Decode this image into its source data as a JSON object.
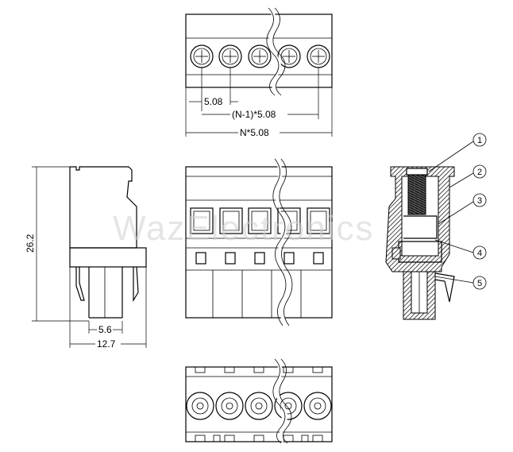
{
  "dimensions": {
    "pitch": "5.08",
    "span_n_minus_1": "(N-1)*5.08",
    "span_n": "N*5.08",
    "height": "26.2",
    "inner_width": "5.6",
    "depth": "12.7"
  },
  "callouts": [
    "1",
    "2",
    "3",
    "4",
    "5"
  ],
  "watermark": "WazElectronics"
}
